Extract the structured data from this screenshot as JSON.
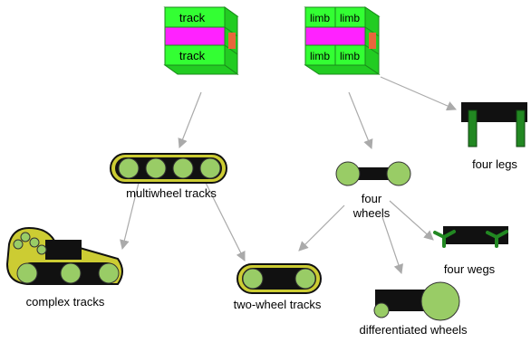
{
  "cubes": {
    "left": {
      "top_label": "track",
      "bottom_label": "track"
    },
    "right": {
      "labels": [
        "limb",
        "limb",
        "limb",
        "limb"
      ]
    }
  },
  "nodes": {
    "multiwheel_tracks": "multiwheel tracks",
    "four_wheels_line1": "four",
    "four_wheels_line2": "wheels",
    "four_legs": "four legs",
    "complex_tracks": "complex tracks",
    "two_wheel_tracks": "two-wheel tracks",
    "four_wegs": "four wegs",
    "differentiated_wheels": "differentiated wheels"
  },
  "colors": {
    "cube_green": "#33ff33",
    "cube_side": "#22cc22",
    "cube_magenta": "#ff22ff",
    "cube_orange": "#e8663c",
    "wheel_green": "#99cc66",
    "track_olive": "#cccc33",
    "body_black": "#111111",
    "leg_green": "#228822",
    "arrow_gray": "#aaaaaa"
  }
}
